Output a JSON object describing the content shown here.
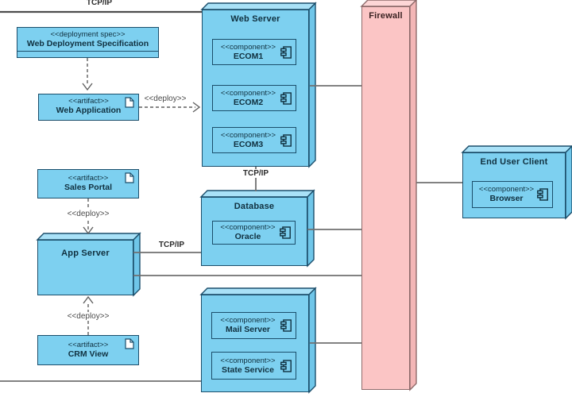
{
  "diagram_type": "uml-deployment-diagram",
  "colors": {
    "node_fill": "#7DD0F0",
    "node_top": "#A9E1F7",
    "node_side": "#6FC6E9",
    "node_border": "#1B4E6B",
    "text_dark": "#10303F",
    "firewall_fill": "#FBC5C5",
    "firewall_top": "#FDD6D6",
    "firewall_side": "#F3B6B6",
    "firewall_border": "#8E6B6B",
    "firewall_text": "#3A2222",
    "wire_color": "#707070"
  },
  "connections": {
    "top_label": "TCP/IP",
    "webserver_database_label": "TCP/IP",
    "appserver_database_label": "TCP/IP"
  },
  "deploy_labels": {
    "web_application": "<<deploy>>",
    "sales_portal": "<<deploy>>",
    "crm_view": "<<deploy>>"
  },
  "artifacts": {
    "web_deployment_specification": {
      "stereotype": "<<deployment spec>>",
      "name": "Web Deployment Specification"
    },
    "web_application": {
      "stereotype": "<<artifact>>",
      "name": "Web Application"
    },
    "sales_portal": {
      "stereotype": "<<artifact>>",
      "name": "Sales Portal"
    },
    "crm_view": {
      "stereotype": "<<artifact>>",
      "name": "CRM View"
    }
  },
  "nodes": {
    "web_server": {
      "title": "Web Server",
      "components": [
        {
          "stereotype": "<<component>>",
          "name": "ECOM1"
        },
        {
          "stereotype": "<<component>>",
          "name": "ECOM2"
        },
        {
          "stereotype": "<<component>>",
          "name": "ECOM3"
        }
      ]
    },
    "database": {
      "title": "Database",
      "components": [
        {
          "stereotype": "<<component>>",
          "name": "Oracle"
        }
      ]
    },
    "app_server": {
      "title": "App Server"
    },
    "services_node": {
      "components": [
        {
          "stereotype": "<<component>>",
          "name": "Mail Server"
        },
        {
          "stereotype": "<<component>>",
          "name": "State Service"
        }
      ]
    },
    "firewall": {
      "title": "Firewall"
    },
    "end_user_client": {
      "title": "End User Client",
      "components": [
        {
          "stereotype": "<<component>>",
          "name": "Browser"
        }
      ]
    }
  }
}
